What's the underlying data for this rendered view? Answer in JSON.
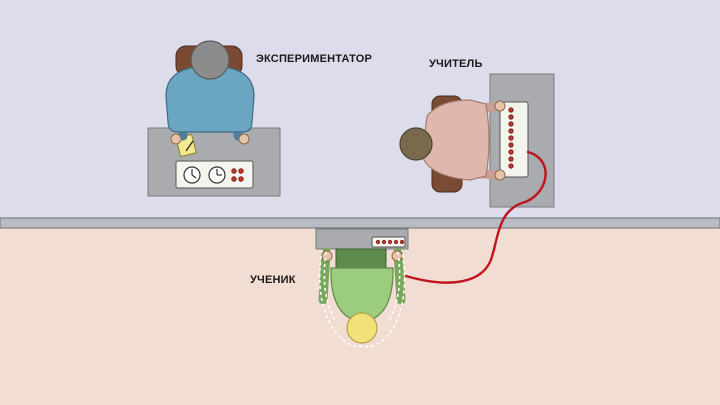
{
  "labels": {
    "experimenter": "ЭКСПЕРИМЕНТАТОР",
    "teacher": "УЧИТЕЛЬ",
    "learner": "УЧЕНИК"
  },
  "colors": {
    "upper_room": "#dcdceb",
    "lower_room": "#f2ddd3",
    "wall": "#b9bcc3",
    "desk": "#a9abae",
    "panel": "#f4f4ee",
    "lamp": "#c0392b",
    "cable": "#c0141e",
    "experimenter_shirt": "#6aa5c2",
    "teacher_shirt": "#e0b7ac",
    "learner_shirt": "#9ccc7d",
    "learner_hair": "#f0e17a",
    "hair_gray": "#8c8c8c",
    "hair_brown": "#7a6a4d"
  }
}
